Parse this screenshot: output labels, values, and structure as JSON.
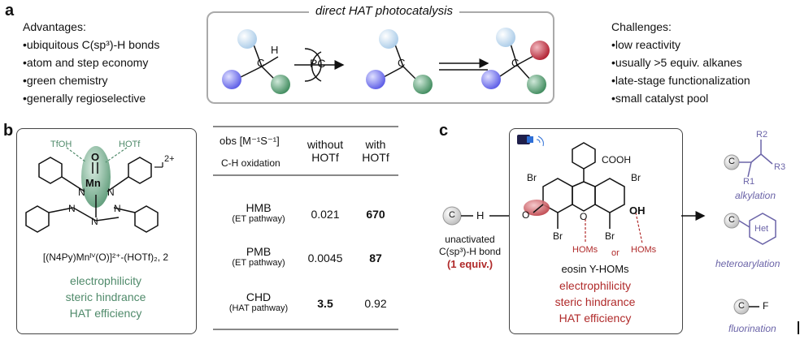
{
  "panel_labels": {
    "a": "a",
    "b": "b",
    "c": "c"
  },
  "panel_a": {
    "advantages_title": "Advantages:",
    "advantages": [
      "ubiquitous C(sp³)-H bonds",
      "atom and step economy",
      "green chemistry",
      "generally regioselective"
    ],
    "box_title": "direct HAT photocatalysis",
    "pc_label": "PC",
    "h_label": "H",
    "c_label": "C",
    "challenges_title": "Challenges:",
    "challenges": [
      "low reactivity",
      "usually >5 equiv. alkanes",
      "late-stage functionalization",
      "small catalyst pool"
    ]
  },
  "panel_b": {
    "tfoh": "TfOH",
    "hotf": "HOTf",
    "charge": "2+",
    "o_label": "O",
    "mn_label": "Mn",
    "n_label": "N",
    "complex_name": "[(N4Py)Mnᴵⱽ(O)]²⁺-(HOTf)₂, 2",
    "properties": [
      "electrophilicity",
      "steric hindrance",
      "HAT efficiency"
    ],
    "table": {
      "header_rate": "obs [M⁻¹S⁻¹]",
      "header_sub": "C-H oxidation",
      "col1": "without HOTf",
      "col2": "with HOTf",
      "rows": [
        {
          "name": "HMB",
          "path": "(ET pathway)",
          "v1": "0.021",
          "v2": "670",
          "bold": "v2"
        },
        {
          "name": "PMB",
          "path": "(ET pathway)",
          "v1": "0.0045",
          "v2": "87",
          "bold": "v2"
        },
        {
          "name": "CHD",
          "path": "(HAT pathway)",
          "v1": "3.5",
          "v2": "0.92",
          "bold": "v1"
        }
      ]
    }
  },
  "panel_c": {
    "ch_c": "C",
    "ch_h": "H",
    "substrate_lines": [
      "unactivated",
      "C(sp³)-H bond"
    ],
    "equiv": "(1 equiv.)",
    "cooh": "COOH",
    "br": "Br",
    "o_ring": "O",
    "o_keto": "O",
    "oh": "OH",
    "homs": "HOMs",
    "or": "or",
    "catalyst_name": "eosin Y-HOMs",
    "properties": [
      "electrophilicity",
      "steric hindrance",
      "HAT efficiency"
    ],
    "products": {
      "alkylation": "alkylation",
      "heteroarylation": "heteroarylation",
      "fluorination": "fluorination",
      "r1": "R1",
      "r2": "R2",
      "r3": "R3",
      "het": "Het",
      "f": "F",
      "c": "C"
    }
  },
  "colors": {
    "green": "#4f8a6a",
    "red": "#b02a2a",
    "purple": "#6b64a8",
    "grey_border": "#aaaaaa"
  }
}
